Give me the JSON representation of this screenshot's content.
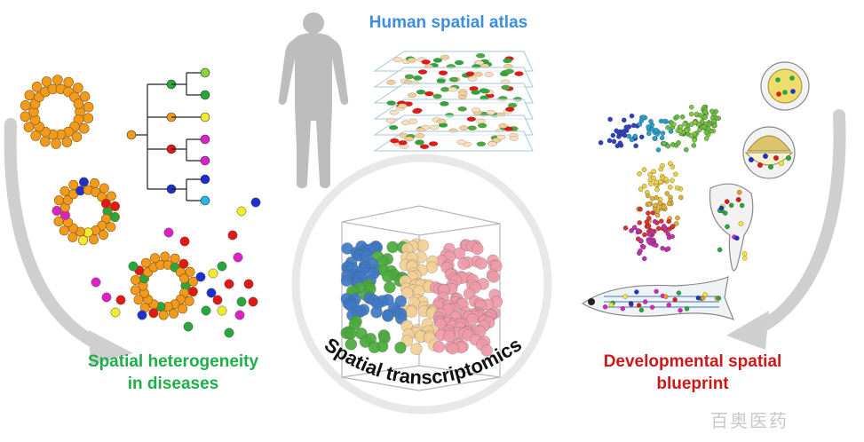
{
  "labels": {
    "atlas": "Human spatial atlas",
    "disease_line1": "Spatial heterogeneity",
    "disease_line2": "in diseases",
    "dev_line1": "Developmental spatial",
    "dev_line2": "blueprint",
    "center": "Spatial transcriptomics",
    "watermark": "百奥医药"
  },
  "colors": {
    "atlas_label": "#3b8ee0",
    "disease_label": "#1fae4a",
    "dev_label": "#cc1818",
    "center_label": "#111111",
    "arrow": "#cfcfcf",
    "ring": "#e6e6e6",
    "orange": "#f19a1c",
    "green": "#26a83a",
    "red": "#e01818",
    "blue": "#1c2fd0",
    "magenta": "#de20c8",
    "yellow": "#f2ea30",
    "lime": "#8ad43a",
    "cyan": "#24b8e8",
    "cube_blue": "#3f78c4",
    "cube_green": "#4aaa3c",
    "cube_tan": "#f2cf96",
    "cube_pink": "#ee9aa8",
    "silhouette": "#bdbdbd"
  },
  "icons": {
    "human": "human-silhouette-icon",
    "tree": "lineage-tree-icon",
    "fish": "zebrafish-icon",
    "embryo": "embryo-icon"
  }
}
